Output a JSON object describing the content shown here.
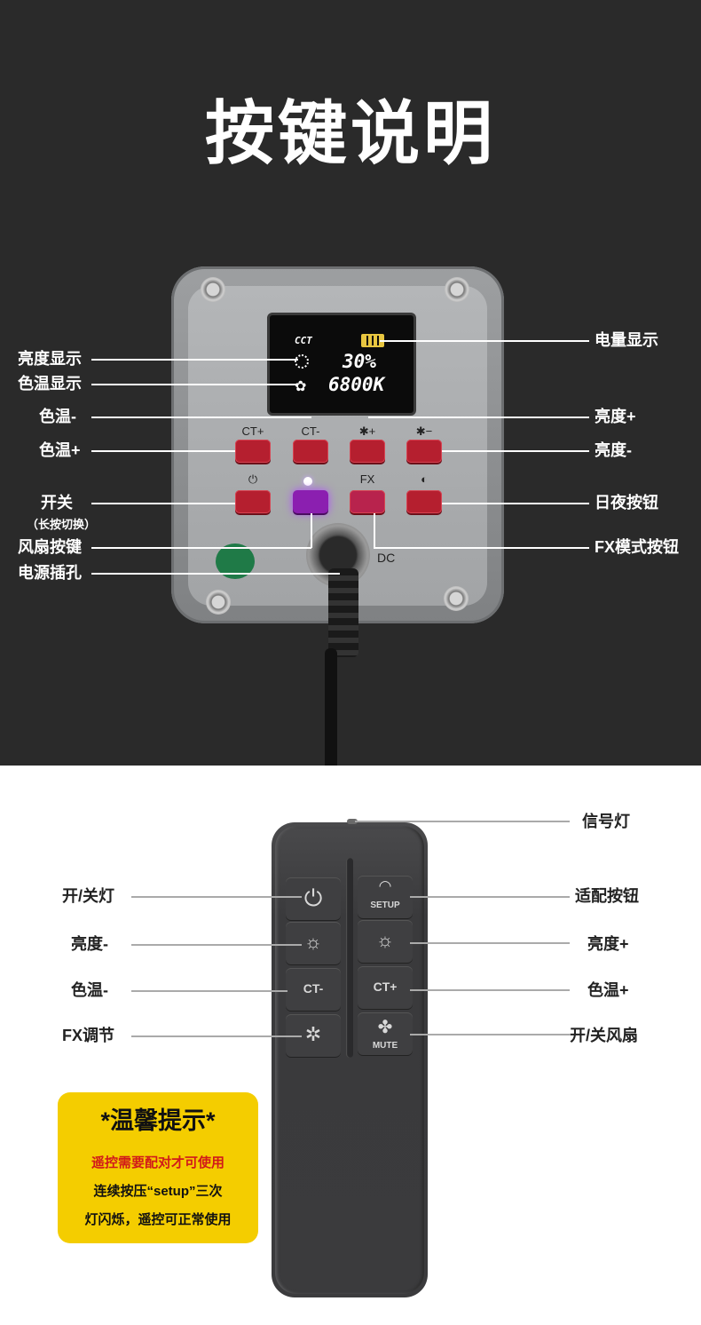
{
  "title": "按键说明",
  "panel": {
    "lcd": {
      "mode": "CCT",
      "brightness": "30%",
      "cct": "6800K"
    },
    "buttons": {
      "ct_plus": "CT+",
      "ct_minus": "CT-",
      "bright_plus": "✱+",
      "bright_minus": "✱−",
      "power": "⏻",
      "fx": "FX",
      "daynight": "◐",
      "dc": "DC"
    },
    "labels_left": {
      "brightness_display": "亮度显示",
      "cct_display": "色温显示",
      "cct_minus": "色温-",
      "cct_plus": "色温+",
      "power": "开关",
      "power_note": "（长按切换）",
      "fan": "风扇按键",
      "dc_jack": "电源插孔"
    },
    "labels_right": {
      "battery": "电量显示",
      "bright_plus": "亮度+",
      "bright_minus": "亮度-",
      "daynight": "日夜按钮",
      "fx_mode": "FX模式按钮"
    }
  },
  "remote": {
    "keys": {
      "setup": "SETUP",
      "ct_minus": "CT-",
      "ct_plus": "CT+",
      "mute": "MUTE"
    },
    "labels_left": {
      "power": "开/关灯",
      "bright_minus": "亮度-",
      "cct_minus": "色温-",
      "fx": "FX调节"
    },
    "labels_right": {
      "signal": "信号灯",
      "pair": "适配按钮",
      "bright_plus": "亮度+",
      "cct_plus": "色温+",
      "fan": "开/关风扇"
    }
  },
  "notice": {
    "title": "*温馨提示*",
    "red": "遥控需要配对才可使用",
    "line1": "连续按压“setup”三次",
    "line2": "灯闪烁，遥控可正常使用"
  },
  "colors": {
    "top_bg": "#2a2a2a",
    "notice_bg": "#f4cd00",
    "button_red": "#b51f2f",
    "fan_purple": "#8b1fb0",
    "warning_red": "#d11a1a"
  }
}
